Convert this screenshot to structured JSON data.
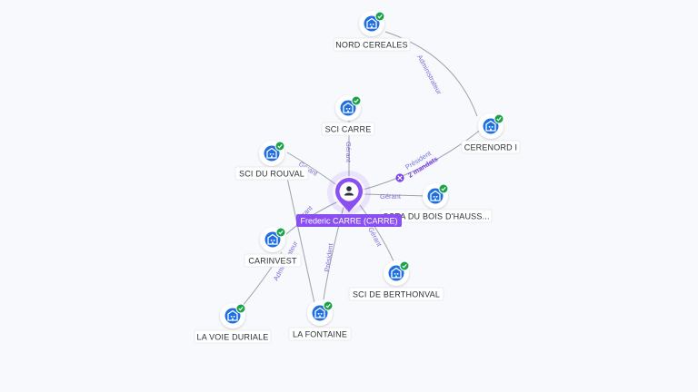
{
  "colors": {
    "accent": "#8a4ff0",
    "company_icon": "#1f6fe0",
    "check": "#1aa34a",
    "edge": "#9aa3ad",
    "edge_label": "#7b6fd6",
    "warning": "#7b3fe4"
  },
  "center": {
    "name": "Frederic CARRE (CARRE)",
    "icon": "person-icon"
  },
  "nodes": [
    {
      "id": "nord",
      "label": "NORD CEREALES",
      "icon": "building-icon",
      "status": "check-icon"
    },
    {
      "id": "cerenord",
      "label": "CERENORD I",
      "icon": "building-icon",
      "status": "check-icon"
    },
    {
      "id": "scicarre",
      "label": "SCI CARRE",
      "icon": "building-icon",
      "status": "check-icon"
    },
    {
      "id": "rouval",
      "label": "SCI DU ROUVAL",
      "icon": "building-icon",
      "status": "check-icon"
    },
    {
      "id": "bois",
      "label": "SCEA DU BOIS D'HAUSS...",
      "icon": "building-icon",
      "status": "check-icon"
    },
    {
      "id": "carinvest",
      "label": "CARINVEST",
      "icon": "building-icon",
      "status": "check-icon"
    },
    {
      "id": "berthonval",
      "label": "SCI DE BERTHONVAL",
      "icon": "building-icon",
      "status": "check-icon"
    },
    {
      "id": "voie",
      "label": "LA VOIE DURIALE",
      "icon": "building-icon",
      "status": "check-icon"
    },
    {
      "id": "fontaine",
      "label": "LA FONTAINE",
      "icon": "building-icon",
      "status": "check-icon"
    }
  ],
  "edges": [
    {
      "from": "nord",
      "to": "cerenord",
      "label": "Administrateur"
    },
    {
      "from": "center",
      "to": "cerenord",
      "label": "Président",
      "note": "2 mandats",
      "note_icon": "x-circle-icon"
    },
    {
      "from": "center",
      "to": "scicarre",
      "label": "Gérant"
    },
    {
      "from": "center",
      "to": "rouval",
      "label": "Gérant"
    },
    {
      "from": "center",
      "to": "bois",
      "label": "Gérant"
    },
    {
      "from": "center",
      "to": "carinvest",
      "label": "Gérant"
    },
    {
      "from": "center",
      "to": "berthonval",
      "label": "Gérant"
    },
    {
      "from": "center",
      "to": "fontaine",
      "label": "Président"
    },
    {
      "from": "carinvest",
      "to": "voie",
      "label": "Administrateur"
    },
    {
      "from": "rouval",
      "to": "fontaine",
      "label": ""
    }
  ]
}
